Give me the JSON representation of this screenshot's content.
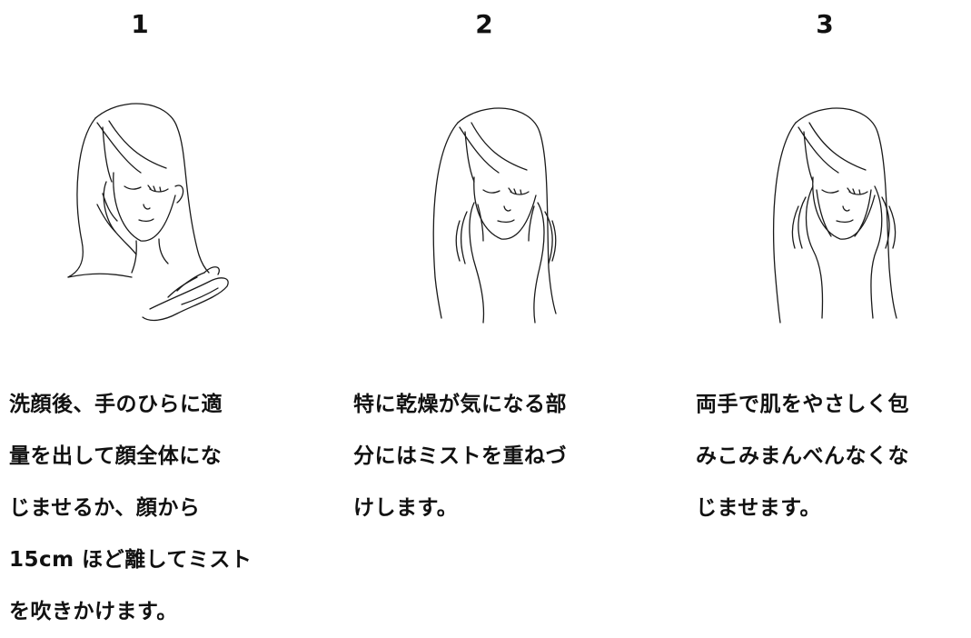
{
  "steps": [
    {
      "number": "1",
      "illustration_icon": "woman-face-hand-mist-icon",
      "description": "洗顔後、手のひらに適\n量を出して顔全体にな\nじませるか、顔から\n15cm ほど離してミスト\nを吹きかけます。"
    },
    {
      "number": "2",
      "illustration_icon": "woman-face-hands-cheeks-icon",
      "description": "特に乾燥が気になる部\n分にはミストを重ねづ\nけします。"
    },
    {
      "number": "3",
      "illustration_icon": "woman-face-hands-wrap-icon",
      "description": "両手で肌をやさしく包\nみこみまんべんなくな\nじませます。"
    }
  ]
}
